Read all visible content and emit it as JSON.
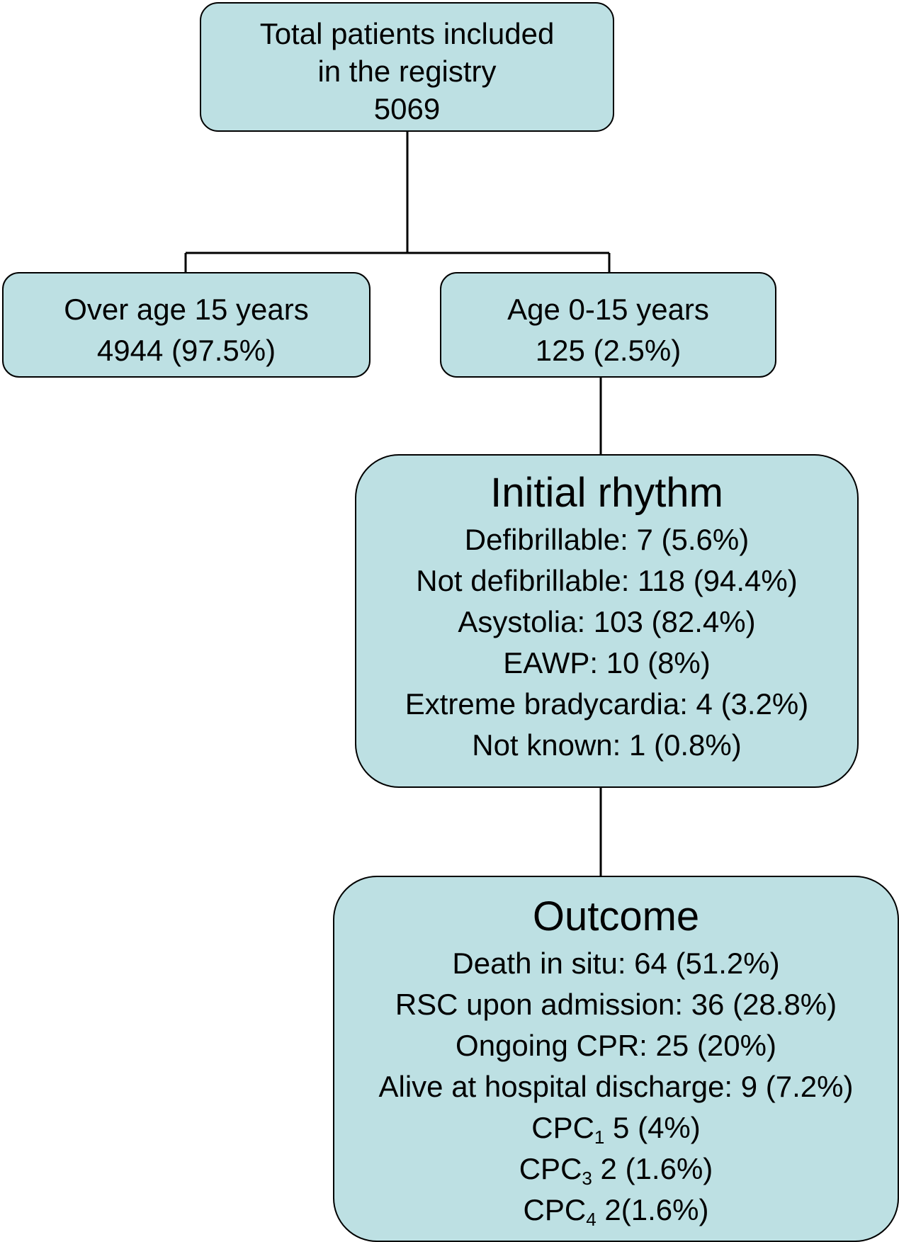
{
  "total": {
    "line1": "Total patients included",
    "line2": "in the registry",
    "count": "5069"
  },
  "over15": {
    "label": "Over age 15 years",
    "value": "4944 (97.5%)"
  },
  "age015": {
    "label": "Age 0-15 years",
    "value": "125 (2.5%)"
  },
  "initial_rhythm": {
    "title": "Initial rhythm",
    "items": [
      "Defibrillable: 7 (5.6%)",
      "Not defibrillable: 118 (94.4%)",
      "Asystolia: 103 (82.4%)",
      "EAWP: 10 (8%)",
      "Extreme bradycardia: 4 (3.2%)",
      "Not known: 1 (0.8%)"
    ]
  },
  "outcome": {
    "title": "Outcome",
    "items": [
      "Death in situ: 64 (51.2%)",
      "RSC upon admission: 36 (28.8%)",
      "Ongoing CPR: 25 (20%)",
      "Alive at hospital discharge: 9 (7.2%)"
    ],
    "cpc": [
      {
        "prefix": "CPC",
        "sub": "1",
        "rest": " 5 (4%)"
      },
      {
        "prefix": "CPC",
        "sub": "3",
        "rest": " 2 (1.6%)"
      },
      {
        "prefix": "CPC",
        "sub": "4",
        "rest": " 2(1.6%)"
      }
    ]
  }
}
